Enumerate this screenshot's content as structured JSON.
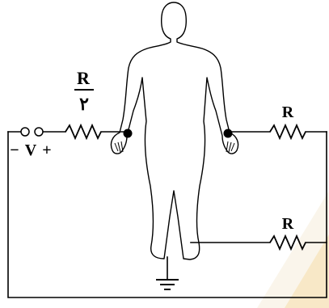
{
  "labels": {
    "r_top_left_numerator": "R",
    "r_top_left_denominator": "۲",
    "r_right_hand": "R",
    "r_right_foot": "R",
    "battery_neg": "−",
    "battery_v": "V",
    "battery_pos": "+"
  },
  "colors": {
    "stroke": "#000000",
    "watermark_outer": "#f3ead4",
    "watermark_inner": "#f0c870"
  },
  "icons": {
    "ground": "ground-icon",
    "terminal": "terminal-icon",
    "watermark": "watermark-logo"
  }
}
